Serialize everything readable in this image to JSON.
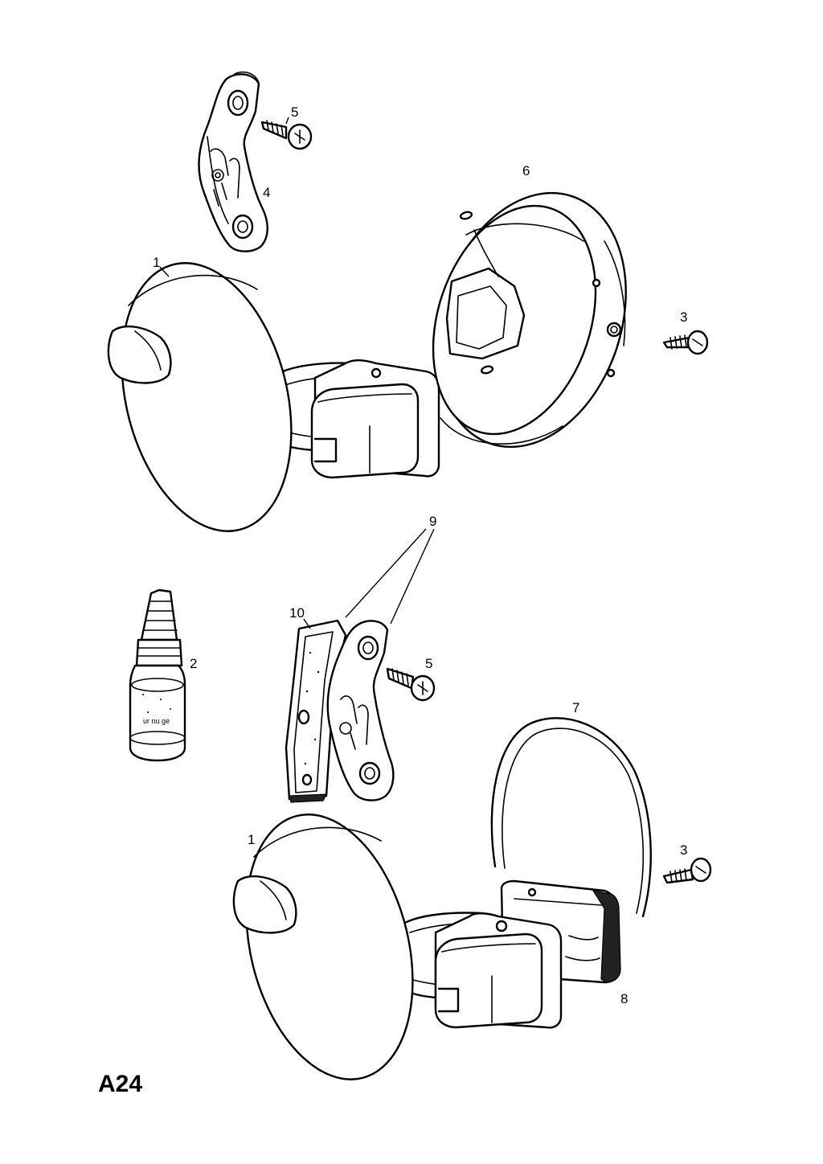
{
  "diagram": {
    "reference": "A24",
    "bottle_text": "ur nu ge",
    "callouts": {
      "c1_top": "1",
      "c1_bottom": "1",
      "c2": "2",
      "c3_top": "3",
      "c3_bottom": "3",
      "c4": "4",
      "c5_top": "5",
      "c5_bottom": "5",
      "c6": "6",
      "c7": "7",
      "c8": "8",
      "c9": "9",
      "c10": "10"
    }
  }
}
